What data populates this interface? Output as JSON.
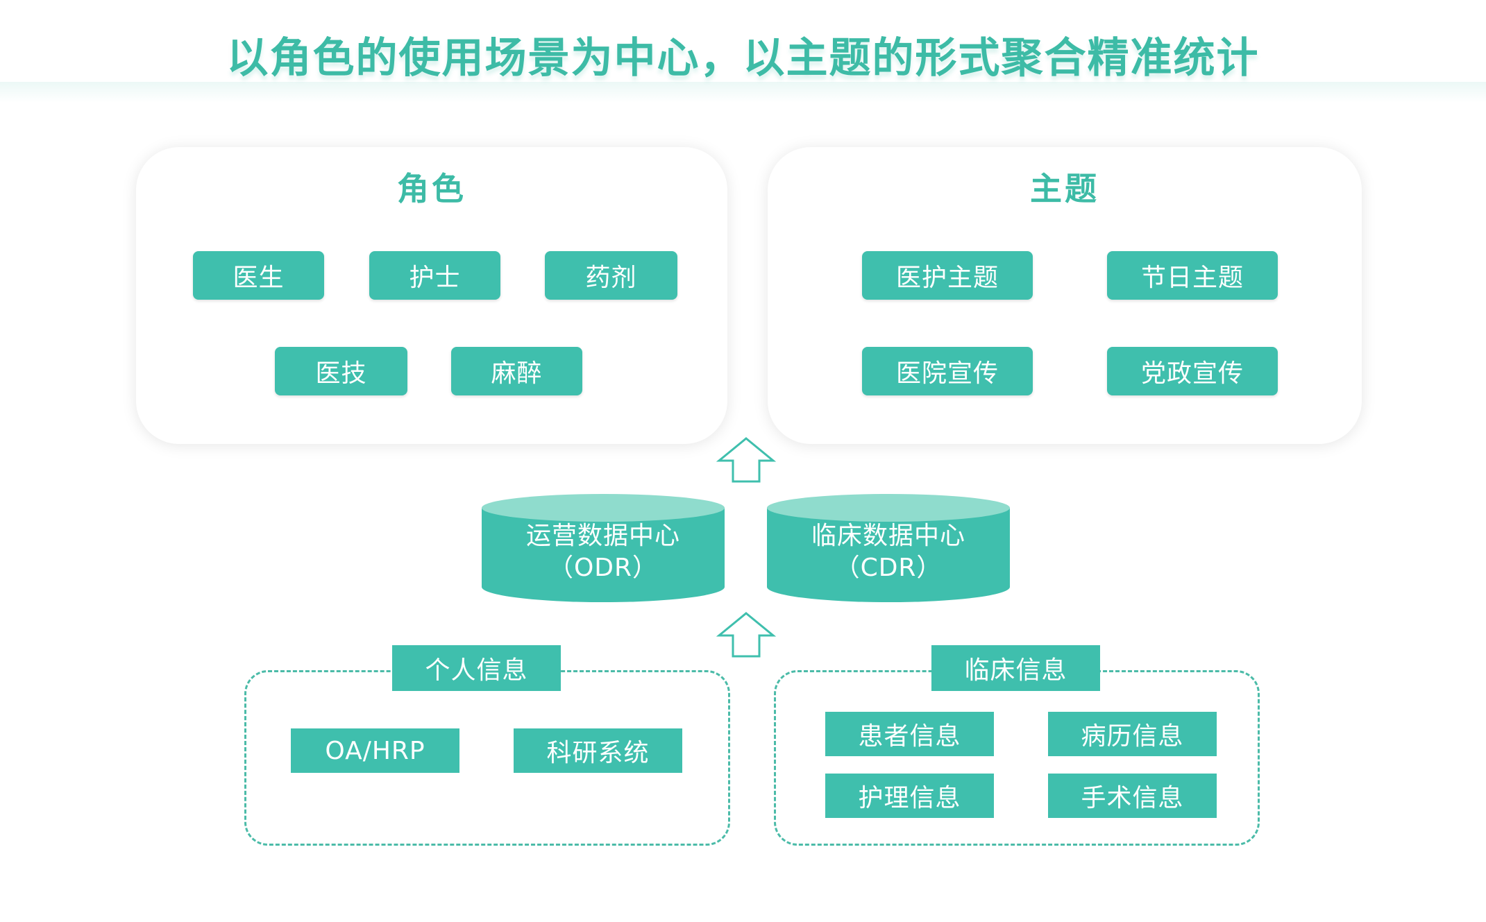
{
  "title": "以角色的使用场景为中心，以主题的形式聚合精准统计",
  "roles": {
    "title": "角色",
    "items": [
      "医生",
      "护士",
      "药剂",
      "医技",
      "麻醉"
    ]
  },
  "topics": {
    "title": "主题",
    "items": [
      "医护主题",
      "节日主题",
      "医院宣传",
      "党政宣传"
    ]
  },
  "data_centers": [
    {
      "name": "运营数据中心",
      "abbr": "（ODR）"
    },
    {
      "name": "临床数据中心",
      "abbr": "（CDR）"
    }
  ],
  "personal_info": {
    "label": "个人信息",
    "items": [
      "OA/HRP",
      "科研系统"
    ]
  },
  "clinical_info": {
    "label": "临床信息",
    "items": [
      "患者信息",
      "病历信息",
      "护理信息",
      "手术信息"
    ]
  },
  "colors": {
    "accent": "#3fbfad",
    "accent_light": "#8fdccd",
    "title": "#3dbba6"
  }
}
